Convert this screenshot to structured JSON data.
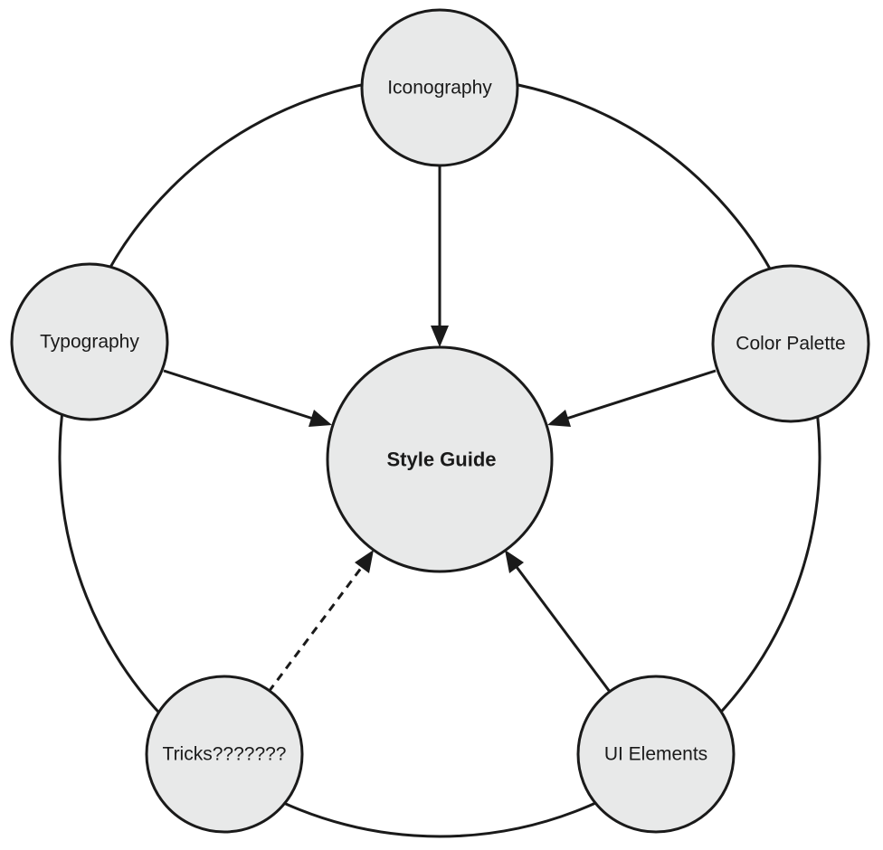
{
  "diagram": {
    "center": {
      "label": "Style Guide"
    },
    "nodes": [
      {
        "id": "iconography",
        "label": "Iconography"
      },
      {
        "id": "typography",
        "label": "Typography"
      },
      {
        "id": "color-palette",
        "label": "Color Palette"
      },
      {
        "id": "tricks",
        "label": "Tricks???????"
      },
      {
        "id": "ui-elements",
        "label": "UI Elements"
      }
    ],
    "edges": [
      {
        "from": "iconography",
        "to": "center",
        "style": "solid"
      },
      {
        "from": "typography",
        "to": "center",
        "style": "solid"
      },
      {
        "from": "color-palette",
        "to": "center",
        "style": "solid"
      },
      {
        "from": "tricks",
        "to": "center",
        "style": "dashed"
      },
      {
        "from": "ui-elements",
        "to": "center",
        "style": "solid"
      }
    ]
  }
}
